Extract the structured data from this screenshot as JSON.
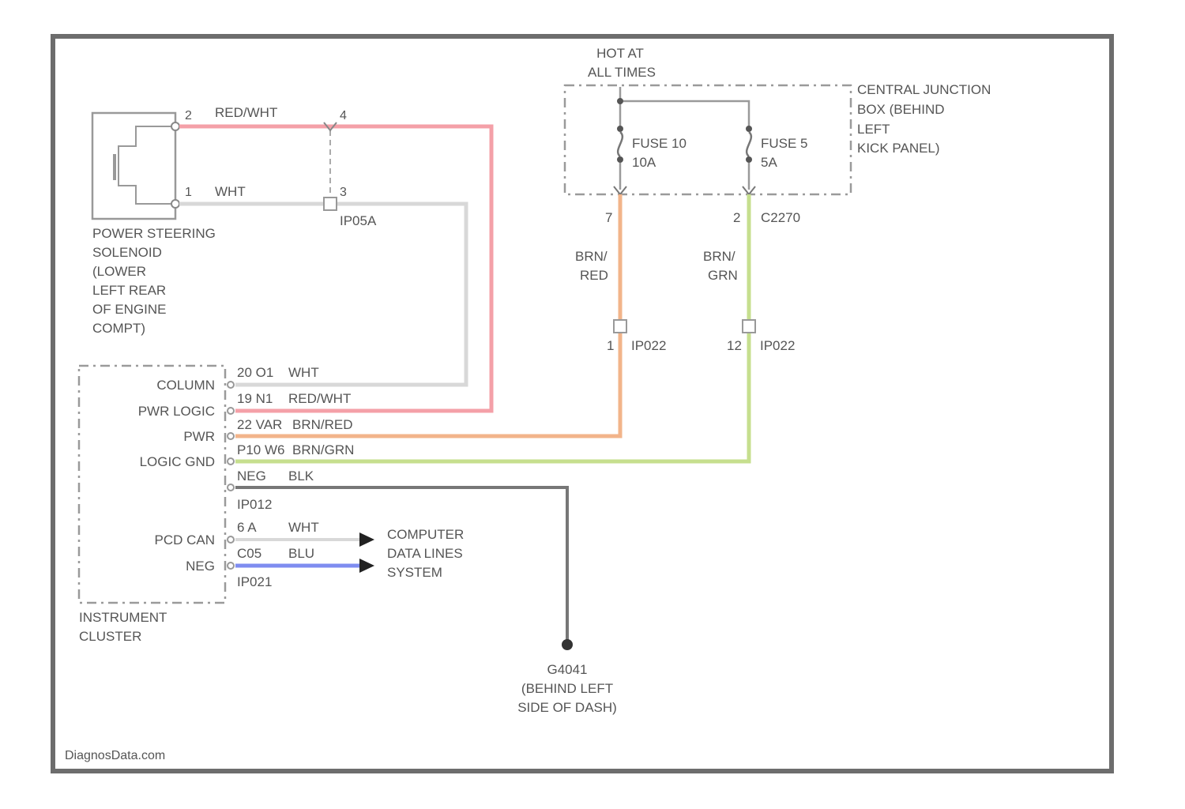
{
  "diagram": {
    "hot_at": [
      "HOT AT",
      "ALL TIMES"
    ],
    "cjb_label": [
      "CENTRAL JUNCTION",
      "BOX (BEHIND",
      "LEFT",
      "KICK PANEL)"
    ],
    "fuse_left": [
      "FUSE 10",
      "10A"
    ],
    "fuse_right": [
      "FUSE 5",
      "5A"
    ],
    "cjb_pin_left": "7",
    "cjb_pin_right": "2",
    "cjb_connector": "C2270",
    "wire_left": [
      "BRN/",
      "RED"
    ],
    "wire_right": [
      "BRN/",
      "GRN"
    ],
    "ip022_left": [
      "1",
      "IP022"
    ],
    "ip022_right": [
      "12",
      "IP022"
    ],
    "solenoid_pin_top": "2",
    "solenoid_pin_bottom": "1",
    "solenoid_wire_top": "RED/WHT",
    "solenoid_wire_bottom": "WHT",
    "junction_pin_top": "4",
    "junction_pin_bottom": "3",
    "junction_connector": "IP05A",
    "solenoid_label": [
      "POWER STEERING",
      "SOLENOID",
      "(LOWER",
      "LEFT REAR",
      "OF ENGINE",
      "COMPT)"
    ],
    "cluster_rows": [
      {
        "label": "COLUMN",
        "pin": "20 O1",
        "wire": "WHT"
      },
      {
        "label": "PWR LOGIC",
        "pin": "19 N1",
        "wire": "RED/WHT"
      },
      {
        "label": "PWR",
        "pin": "22 VAR",
        "wire": "BRN/RED"
      },
      {
        "label": "LOGIC GND",
        "pin": "P10 W6",
        "wire": "BRN/GRN"
      },
      {
        "label": "",
        "pin": "NEG",
        "wire": "BLK"
      }
    ],
    "cluster_connector_top": "IP012",
    "hscan_plus": {
      "pin": "6 A",
      "wire": "WHT"
    },
    "hscan_minus": {
      "pin": "C05",
      "wire": "BLU"
    },
    "hscan_label": "PCD CAN",
    "neg_label": "NEG",
    "cluster_connector_bottom": "IP021",
    "computer_data_lines": [
      "COMPUTER",
      "DATA LINES",
      "SYSTEM"
    ],
    "cluster_label": [
      "INSTRUMENT",
      "CLUSTER"
    ],
    "ground_label": [
      "G4041",
      "(BEHIND LEFT",
      "SIDE OF DASH)"
    ],
    "watermark": "DiagnosData.com",
    "colors": {
      "red_wht": "#f4a0a8",
      "wht": "#d8d8d8",
      "brn_red": "#f2b48a",
      "brn_grn": "#c6df8e",
      "blk": "#777777",
      "blu": "#7f8df0",
      "frame": "#6d6d6d",
      "dash": "#9a9a9a",
      "text": "#5a5a5a"
    }
  }
}
